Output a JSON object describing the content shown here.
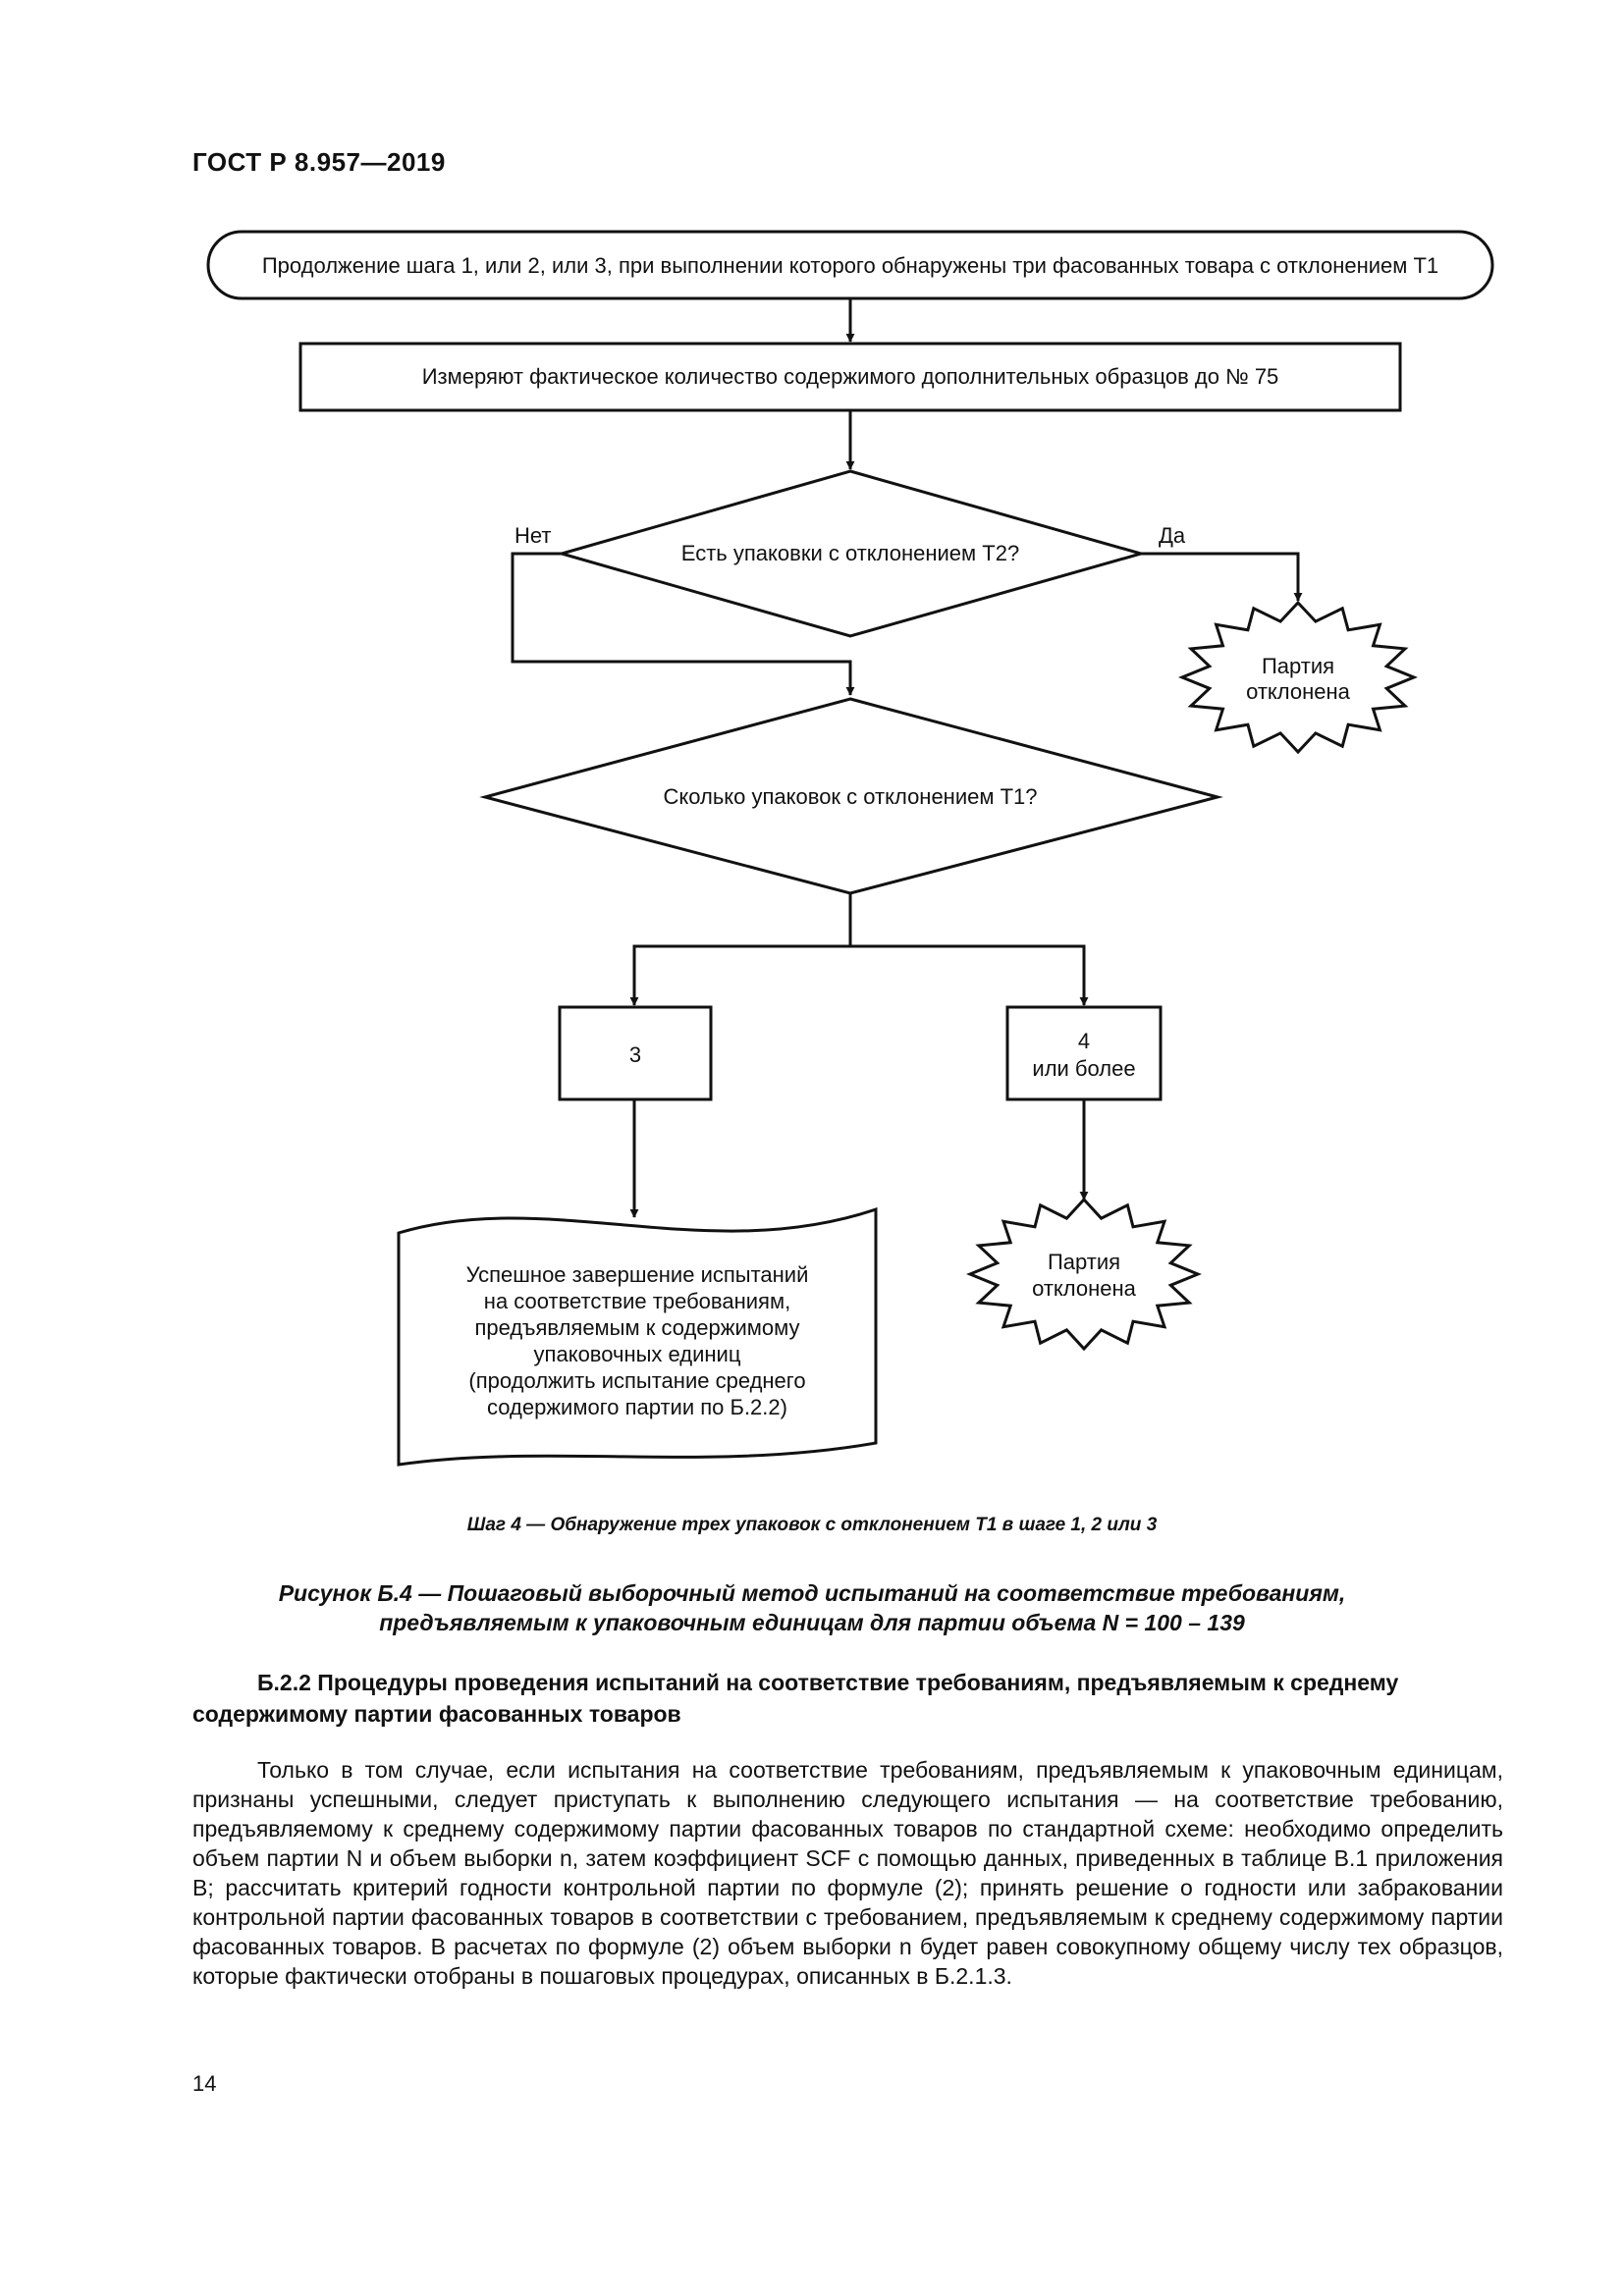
{
  "header": {
    "doc_id": "ГОСТ Р 8.957—2019"
  },
  "flowchart": {
    "start": "Продолжение шага 1, или 2, или 3, при выполнении которого обнаружены три фасованных товара с отклонением T1",
    "measure": "Измеряют фактическое количество содержимого дополнительных образцов до № 75",
    "decision1": "Есть упаковки с отклонением T2?",
    "no_label": "Нет",
    "yes_label": "Да",
    "rejected1": [
      "Партия",
      "отклонена"
    ],
    "decision2": "Сколько упаковок с отклонением T1?",
    "box_three": "3",
    "box_four": [
      "4",
      "или более"
    ],
    "success": [
      "Успешное завершение испытаний",
      "на соответствие требованиям,",
      "предъявляемым к содержимому",
      "упаковочных единиц",
      "(продолжить испытание среднего",
      "содержимого партии по Б.2.2)"
    ],
    "rejected2": [
      "Партия",
      "отклонена"
    ]
  },
  "captions": {
    "step": "Шаг 4 — Обнаружение трех упаковок с отклонением Т1 в шаге 1, 2 или 3",
    "figure_line1": "Рисунок Б.4 — Пошаговый выборочный метод испытаний на соответствие требованиям,",
    "figure_line2": "предъявляемым к упаковочным единицам для партии объема  N = 100 – 139"
  },
  "section": {
    "heading_line1": "Б.2.2 Процедуры проведения испытаний на соответствие требованиям, предъявляемым к среднему",
    "heading_line2": "содержимому партии фасованных товаров",
    "paragraph": "Только в том случае, если испытания на соответствие требованиям, предъявляемым к упаковочным единицам, признаны успешными, следует приступать к выполнению следующего испытания — на соответствие требованию, предъявляемому к среднему содержимому партии фасованных товаров по стандартной схеме: необходимо определить объем партии N и объем выборки n, затем коэффициент SCF с помощью данных, приведенных в таблице В.1 приложения В; рассчитать критерий годности контрольной партии по формуле (2); принять решение о годности или забраковании контрольной партии фасованных товаров в соответствии с требованием, предъявляемым к среднему содержимому партии фасованных товаров. В расчетах по формуле (2) объем выборки n будет равен совокупному общему числу тех образцов, которые фактически отобраны в пошаговых процедурах, описанных в Б.2.1.3."
  },
  "page_number": "14"
}
